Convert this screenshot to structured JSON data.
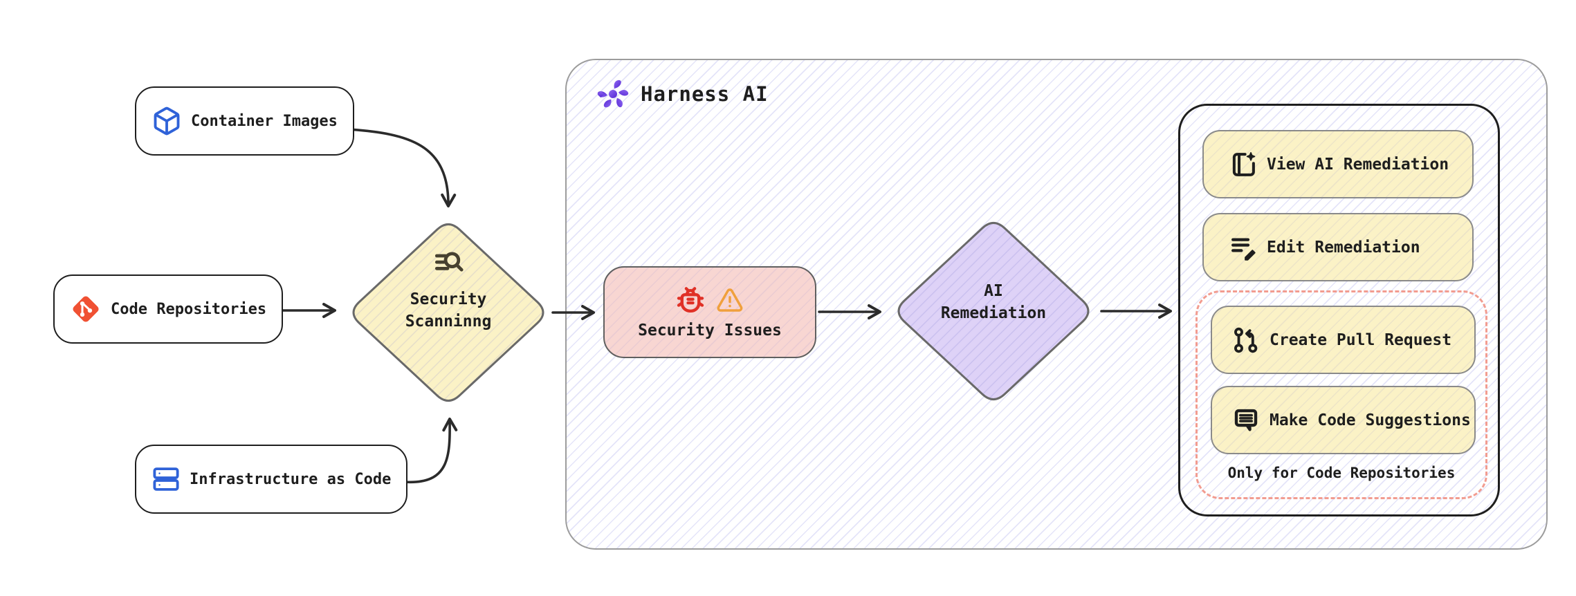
{
  "diagram": {
    "title": "Security scanning with Harness AI remediation flow",
    "sources": {
      "container_images": {
        "label": "Container Images",
        "icon": "cube-icon"
      },
      "code_repositories": {
        "label": "Code Repositories",
        "icon": "git-icon"
      },
      "infrastructure_as_code": {
        "label": "Infrastructure as Code",
        "icon": "server-stack-icon"
      }
    },
    "security_scanning": {
      "line1": "Security",
      "line2": "Scanninng",
      "icon": "scan-search-icon"
    },
    "harness": {
      "title": "Harness AI",
      "icon": "harness-logo-icon"
    },
    "security_issues": {
      "label": "Security Issues",
      "icons": [
        "bug-icon",
        "warning-triangle-icon"
      ]
    },
    "ai_remediation": {
      "line1": "AI",
      "line2": "Remediation"
    },
    "actions": {
      "view": {
        "label": "View AI Remediation",
        "icon": "book-sparkle-icon"
      },
      "edit": {
        "label": "Edit Remediation",
        "icon": "list-pencil-icon"
      },
      "create_pr": {
        "label": "Create Pull Request",
        "icon": "pull-request-icon"
      },
      "suggest": {
        "label": "Make Code Suggestions",
        "icon": "chat-lines-icon"
      },
      "note": "Only for Code Repositories"
    },
    "colors": {
      "node_yellow": "#fbf2c6",
      "node_pink": "#f8d6d2",
      "node_purple": "#ded2f7",
      "icon_blue": "#2f62d8",
      "git_orange": "#f05133",
      "bug_red": "#e03026",
      "warning_orange": "#f0a03c",
      "harness_purple": "#6b3bee",
      "dashed_red": "#f29c90",
      "hatch_lavender": "#7a7ae0",
      "stroke_dark": "#1e1e1e",
      "stroke_gray": "#666666"
    }
  }
}
